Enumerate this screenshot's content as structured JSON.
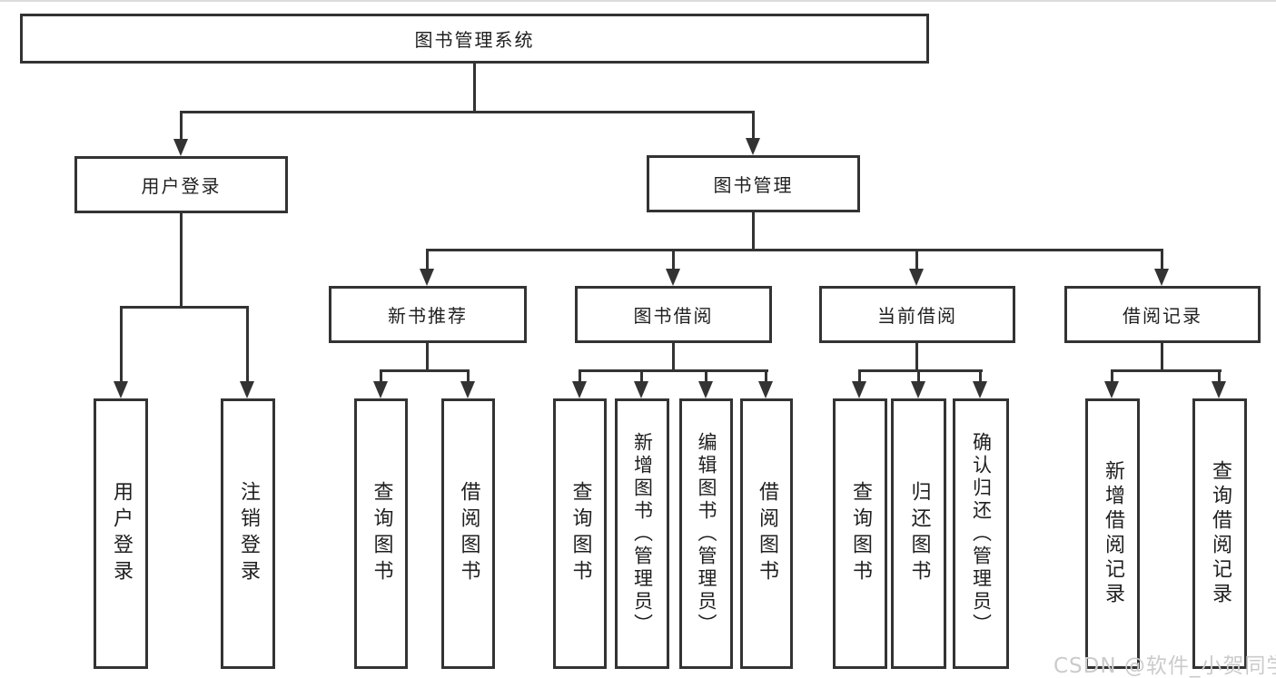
{
  "diagram": {
    "type": "hierarchy-tree",
    "root": {
      "label": "图书管理系统"
    },
    "level2": [
      {
        "id": "user-login",
        "label": "用户登录"
      },
      {
        "id": "book-management",
        "label": "图书管理"
      }
    ],
    "level3": [
      {
        "id": "new-book-recommend",
        "label": "新书推荐",
        "parent": "图书管理"
      },
      {
        "id": "book-borrowing",
        "label": "图书借阅",
        "parent": "图书管理"
      },
      {
        "id": "current-borrowing",
        "label": "当前借阅",
        "parent": "图书管理"
      },
      {
        "id": "borrowing-records",
        "label": "借阅记录",
        "parent": "图书管理"
      }
    ],
    "leaves": {
      "user_login": [
        {
          "label": "用户登录"
        },
        {
          "label": "注销登录"
        }
      ],
      "new_book_recommend": [
        {
          "label": "查询图书"
        },
        {
          "label": "借阅图书"
        }
      ],
      "book_borrowing": [
        {
          "label": "查询图书"
        },
        {
          "label": "新增图书（管理员）"
        },
        {
          "label": "编辑图书（管理员）"
        },
        {
          "label": "借阅图书"
        }
      ],
      "current_borrowing": [
        {
          "label": "查询图书"
        },
        {
          "label": "归还图书"
        },
        {
          "label": "确认归还（管理员）"
        }
      ],
      "borrowing_records": [
        {
          "label": "新增借阅记录"
        },
        {
          "label": "查询借阅记录"
        }
      ]
    }
  },
  "watermark": {
    "text": "CSDN @软件_小贺同学"
  },
  "colors": {
    "line": "#333333",
    "text": "#1f1f1f",
    "box_background": "#ffffff",
    "page_background": "#ffffff",
    "watermark": "#cbcbcb"
  }
}
